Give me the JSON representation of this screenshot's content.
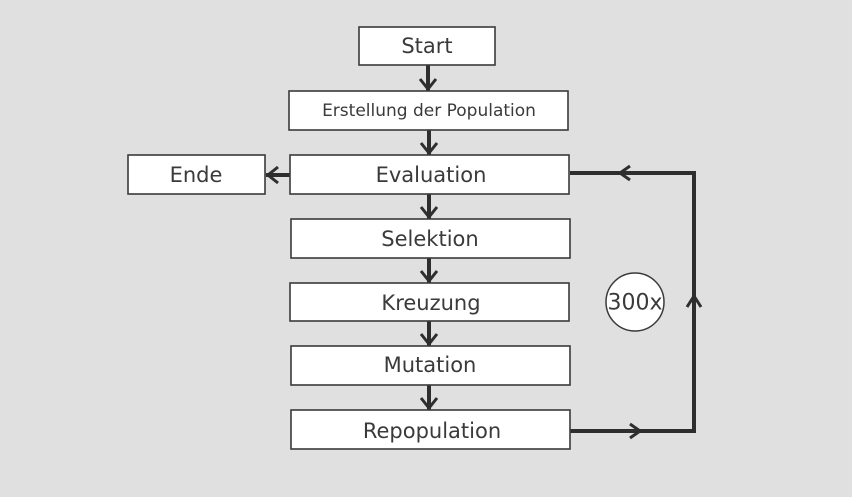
{
  "nodes": {
    "start": "Start",
    "population": "Erstellung der Population",
    "evaluation": "Evaluation",
    "end": "Ende",
    "selection": "Selektion",
    "crossover": "Kreuzung",
    "mutation": "Mutation",
    "repopulation": "Repopulation"
  },
  "loop": {
    "counter": "300x"
  },
  "colors": {
    "background": "#e0e0e0",
    "box_fill": "#ffffff",
    "stroke": "#3a3a3a",
    "connector": "#2e2e2e"
  }
}
